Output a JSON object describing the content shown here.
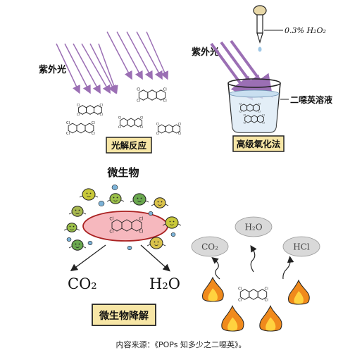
{
  "photolysis": {
    "uv_label": "紫外光",
    "box_label": "光解反应"
  },
  "advanced_oxidation": {
    "uv_label": "紫外光",
    "reagent_label": "0.3% H₂O₂",
    "solution_label": "二噁英溶液",
    "box_label": "高级氧化法"
  },
  "microbial": {
    "title": "微生物",
    "product_co2": "CO₂",
    "product_h2o": "H₂O",
    "box_label": "微生物降解"
  },
  "combustion": {
    "gas_labels": [
      "CO₂",
      "H₂O",
      "HCl"
    ]
  },
  "molecule_atom_label": "Cl",
  "caption": "内容来源：《POPs 知多少之二噁英》。",
  "colors": {
    "uv_arrow": "#9b6fb4",
    "box_fill": "#f7e6a6",
    "microbe_ellipse_fill": "#f6b8be",
    "gas_bubble": "#d9d9d9",
    "flame_outer": "#f08a1c",
    "flame_inner": "#ffd23f",
    "dropper_bulb": "#e8d8a8"
  }
}
